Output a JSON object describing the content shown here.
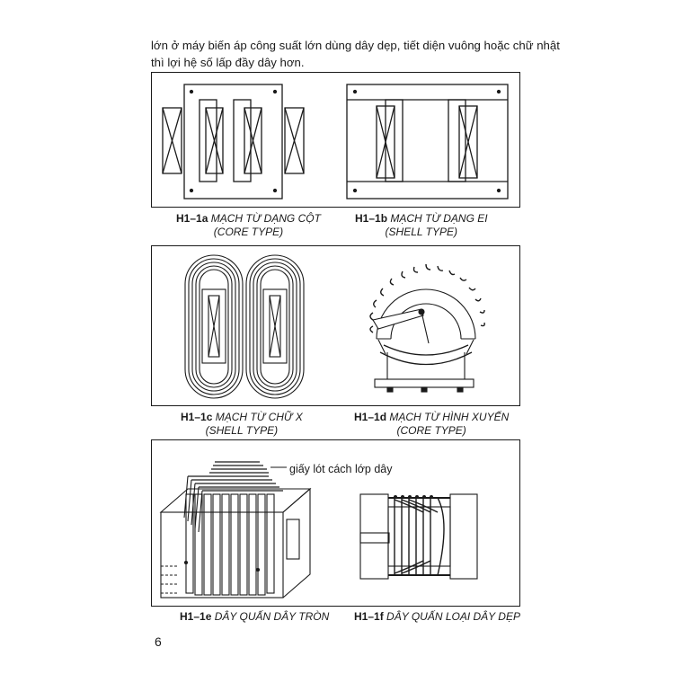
{
  "intro": {
    "line1": "lớn ở máy biến áp công suất lớn dùng dây dẹp, tiết diện vuông hoặc chữ nhật",
    "line2": "thì lợi hệ số lấp đầy dây hơn."
  },
  "figures": {
    "a": {
      "label": "H1–1a",
      "title": "MẠCH TỪ DẠNG CỘT",
      "subtitle": "(CORE TYPE)"
    },
    "b": {
      "label": "H1–1b",
      "title": "MẠCH TỪ DẠNG EI",
      "subtitle": "(SHELL TYPE)"
    },
    "c": {
      "label": "H1–1c",
      "title": "MẠCH TỪ CHỮ X",
      "subtitle": "(SHELL TYPE)"
    },
    "d": {
      "label": "H1–1d",
      "title": "MẠCH TỪ HÌNH XUYẾN",
      "subtitle": "(CORE TYPE)"
    },
    "e": {
      "label": "H1–1e",
      "title": "DÂY QUẤN DÂY TRÒN"
    },
    "f": {
      "label": "H1–1f",
      "title": "DÂY QUẤN LOẠI DÂY DẸP"
    }
  },
  "annotation": {
    "insulation_paper": "giấy lót cách lớp dây"
  },
  "page": {
    "number": "6"
  }
}
